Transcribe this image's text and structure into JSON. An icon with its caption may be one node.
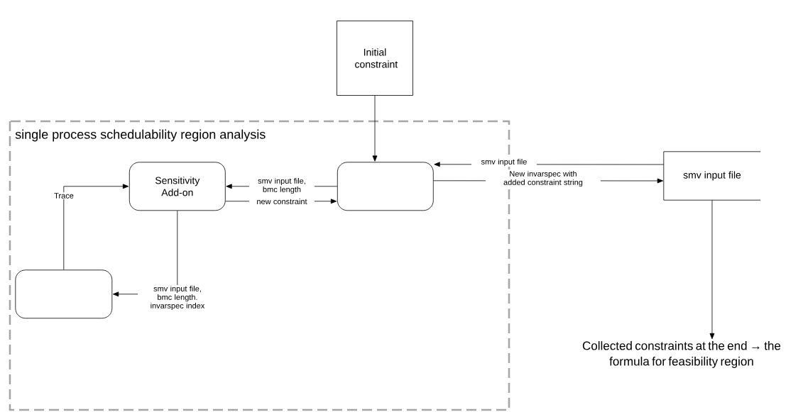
{
  "diagram": {
    "nodes": [
      {
        "text": [
          "Initial constraint"
        ]
      },
      {
        "text": [
          "single process schedulability region analysis"
        ]
      },
      {
        "text": [
          "Sensitivity Add-on"
        ],
        "in": 1
      },
      {
        "text": [],
        "shape": "box",
        "in": 1
      },
      {
        "text": [],
        "shape": "box",
        "in": 1
      },
      {
        "text": [
          "smv input file"
        ]
      },
      {
        "text": [
          "Collected constraints at the end → the formula for feasibility region"
        ]
      }
    ],
    "edges": [
      {
        "from": 0,
        "to": 3,
        "arrow": "to"
      },
      {
        "from": 3,
        "to": 2,
        "arrow": "to",
        "label": "smv input file, bmc length"
      },
      {
        "from": 2,
        "to": 3,
        "arrow": "to",
        "label": "new constraint"
      },
      {
        "from": 4,
        "to": 2,
        "arrow": "to",
        "label": "Trace"
      },
      {
        "from": 2,
        "to": 4,
        "arrow": "to",
        "label": "smv input file, bmc length. invarspec index"
      },
      {
        "from": 5,
        "to": 3,
        "arrow": "to",
        "label": "smv input file"
      },
      {
        "from": 3,
        "to": 5,
        "arrow": "to",
        "label": "New invarspec with added constraint string"
      },
      {
        "from": 5,
        "to": 6,
        "arrow": "to"
      }
    ]
  }
}
